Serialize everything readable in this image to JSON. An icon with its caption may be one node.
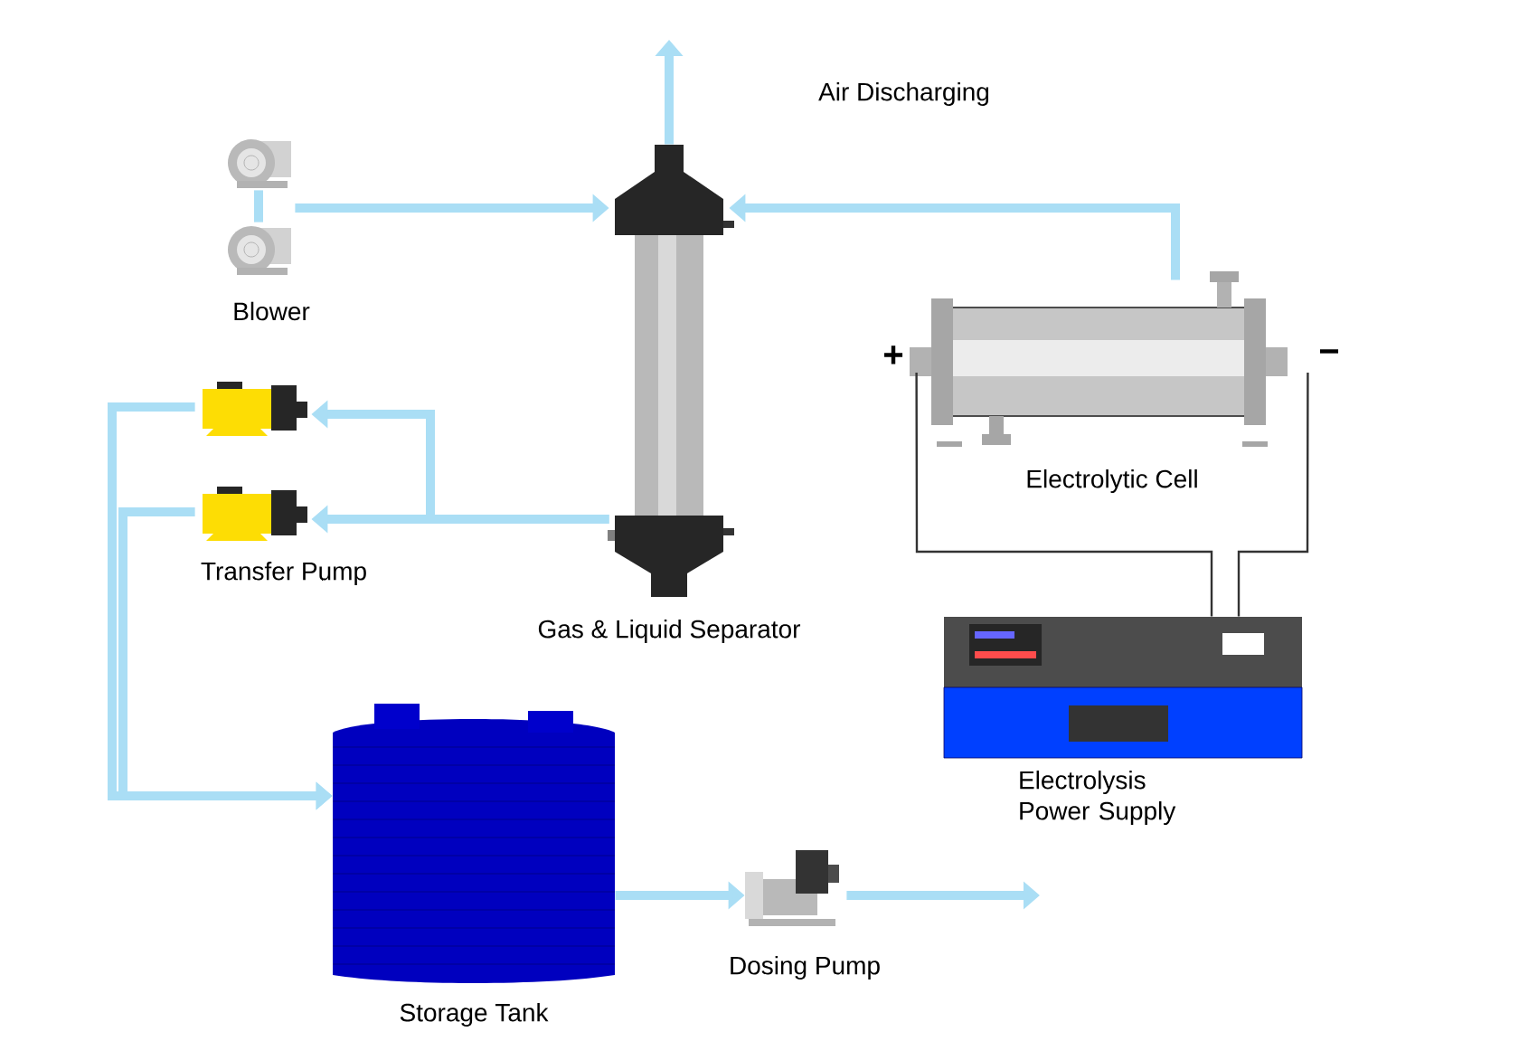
{
  "diagram": {
    "nodes": [
      {
        "text": [],
        "shape": "picture"
      },
      {
        "text": [],
        "shape": "picture",
        "beside": [
          "Blower"
        ]
      },
      {
        "text": [],
        "shape": "picture",
        "beside": [
          "Gas & Liquid Separator"
        ]
      },
      {
        "text": [],
        "shape": "picture",
        "beside": [
          "Electrolytic Cell"
        ]
      },
      {
        "text": [],
        "shape": "picture"
      },
      {
        "text": [],
        "shape": "picture",
        "beside": [
          "Transfer Pump"
        ]
      },
      {
        "text": [],
        "shape": "picture",
        "beside": [
          "Electrolysis Power Supply"
        ]
      },
      {
        "text": [],
        "shape": "picture",
        "beside": [
          "Storage Tank"
        ]
      },
      {
        "text": [],
        "shape": "picture",
        "beside": [
          "Dosing Pump"
        ]
      }
    ],
    "edges": [
      {
        "from": 0,
        "to": 1,
        "arrow": "none"
      },
      {
        "from": 1,
        "to": 2,
        "arrow": "to"
      },
      {
        "from": 2,
        "to": null,
        "arrow": "to"
      },
      {
        "from": 3,
        "to": 2,
        "arrow": "to"
      },
      {
        "from": 2,
        "to": 4,
        "arrow": "to"
      },
      {
        "from": 2,
        "to": 5,
        "arrow": "to"
      },
      {
        "from": 4,
        "to": 7,
        "arrow": "to"
      },
      {
        "from": 5,
        "to": 7,
        "arrow": "to"
      },
      {
        "from": 7,
        "to": 8,
        "arrow": "to"
      },
      {
        "from": 8,
        "to": null,
        "arrow": "to"
      },
      {
        "from": 6,
        "to": 3,
        "arrow": "none",
        "color": "#333333"
      },
      {
        "from": 6,
        "to": 3,
        "arrow": "none",
        "color": "#333333"
      }
    ],
    "labels": [
      "Air Discharging",
      "+",
      "−"
    ]
  }
}
